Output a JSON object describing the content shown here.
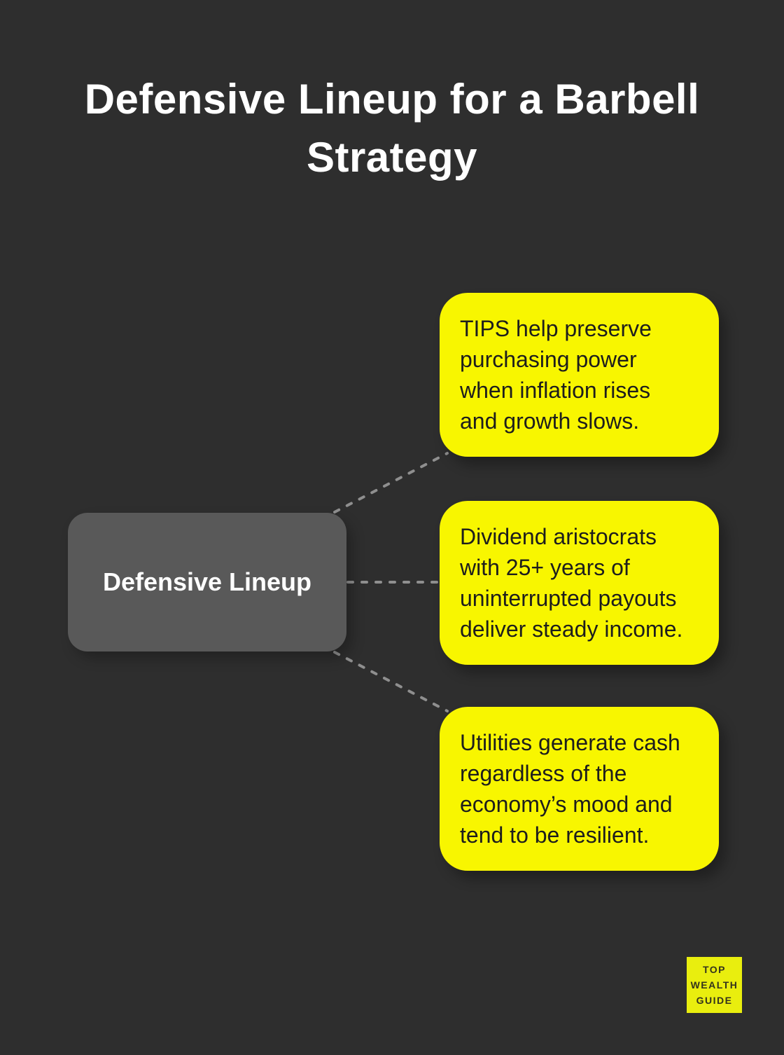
{
  "page": {
    "background_color": "#2e2e2e"
  },
  "header": {
    "title": "Defensive Lineup for a Barbell\nStrategy",
    "title_color": "#ffffff"
  },
  "diagram": {
    "root": {
      "label": "Defensive Lineup",
      "bg_color": "#595959",
      "text_color": "#ffffff"
    },
    "connector_color": "#8f8f8f",
    "branch_bg_color": "#f8f600",
    "branch_text_color": "#1d1d1d",
    "branches": [
      {
        "text": "TIPS help preserve\npurchasing power\nwhen inflation rises\nand growth slows."
      },
      {
        "text": "Dividend aristocrats\nwith 25+ years of\nuninterrupted payouts\ndeliver steady income."
      },
      {
        "text": "Utilities generate cash\nregardless of the\neconomy’s mood and\ntend to be resilient."
      }
    ]
  },
  "branding": {
    "logo_text": "TOP\nWEALTH\nGUIDE",
    "logo_bg_color": "#e9ee0e",
    "logo_text_color": "#33331d"
  }
}
